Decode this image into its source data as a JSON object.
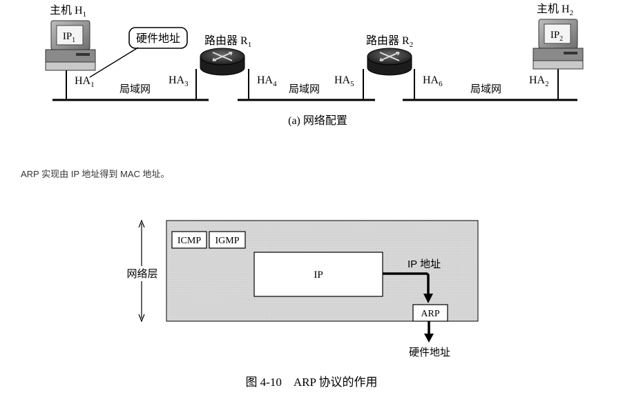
{
  "colors": {
    "line": "#000000",
    "panel_fill": "#d6d6d6",
    "box_fill": "#ffffff",
    "router_body": "#1c1c1c",
    "text_gray": "#333333"
  },
  "network": {
    "host1": {
      "label_main": "主机 H",
      "label_sub": "1",
      "ip_main": "IP",
      "ip_sub": "1",
      "icon": "computer-icon"
    },
    "host2": {
      "label_main": "主机 H",
      "label_sub": "2",
      "ip_main": "IP",
      "ip_sub": "2",
      "icon": "computer-icon"
    },
    "callout": "硬件地址",
    "router1": {
      "label_main": "路由器 R",
      "label_sub": "1",
      "icon": "router-icon"
    },
    "router2": {
      "label_main": "路由器 R",
      "label_sub": "2",
      "icon": "router-icon"
    },
    "ha": [
      {
        "main": "HA",
        "sub": "1"
      },
      {
        "main": "HA",
        "sub": "3"
      },
      {
        "main": "HA",
        "sub": "4"
      },
      {
        "main": "HA",
        "sub": "5"
      },
      {
        "main": "HA",
        "sub": "6"
      },
      {
        "main": "HA",
        "sub": "2"
      }
    ],
    "lan_labels": [
      "局域网",
      "局域网",
      "局域网"
    ],
    "caption": "(a) 网络配置"
  },
  "description": "ARP 实现由 IP 地址得到 MAC 地址。",
  "layer_diagram": {
    "layer_label": "网络层",
    "icmp": "ICMP",
    "igmp": "IGMP",
    "ip": "IP",
    "ip_address_label": "IP 地址",
    "arp": "ARP",
    "hardware_address_label": "硬件地址",
    "figure_caption": "图 4-10　ARP 协议的作用"
  }
}
